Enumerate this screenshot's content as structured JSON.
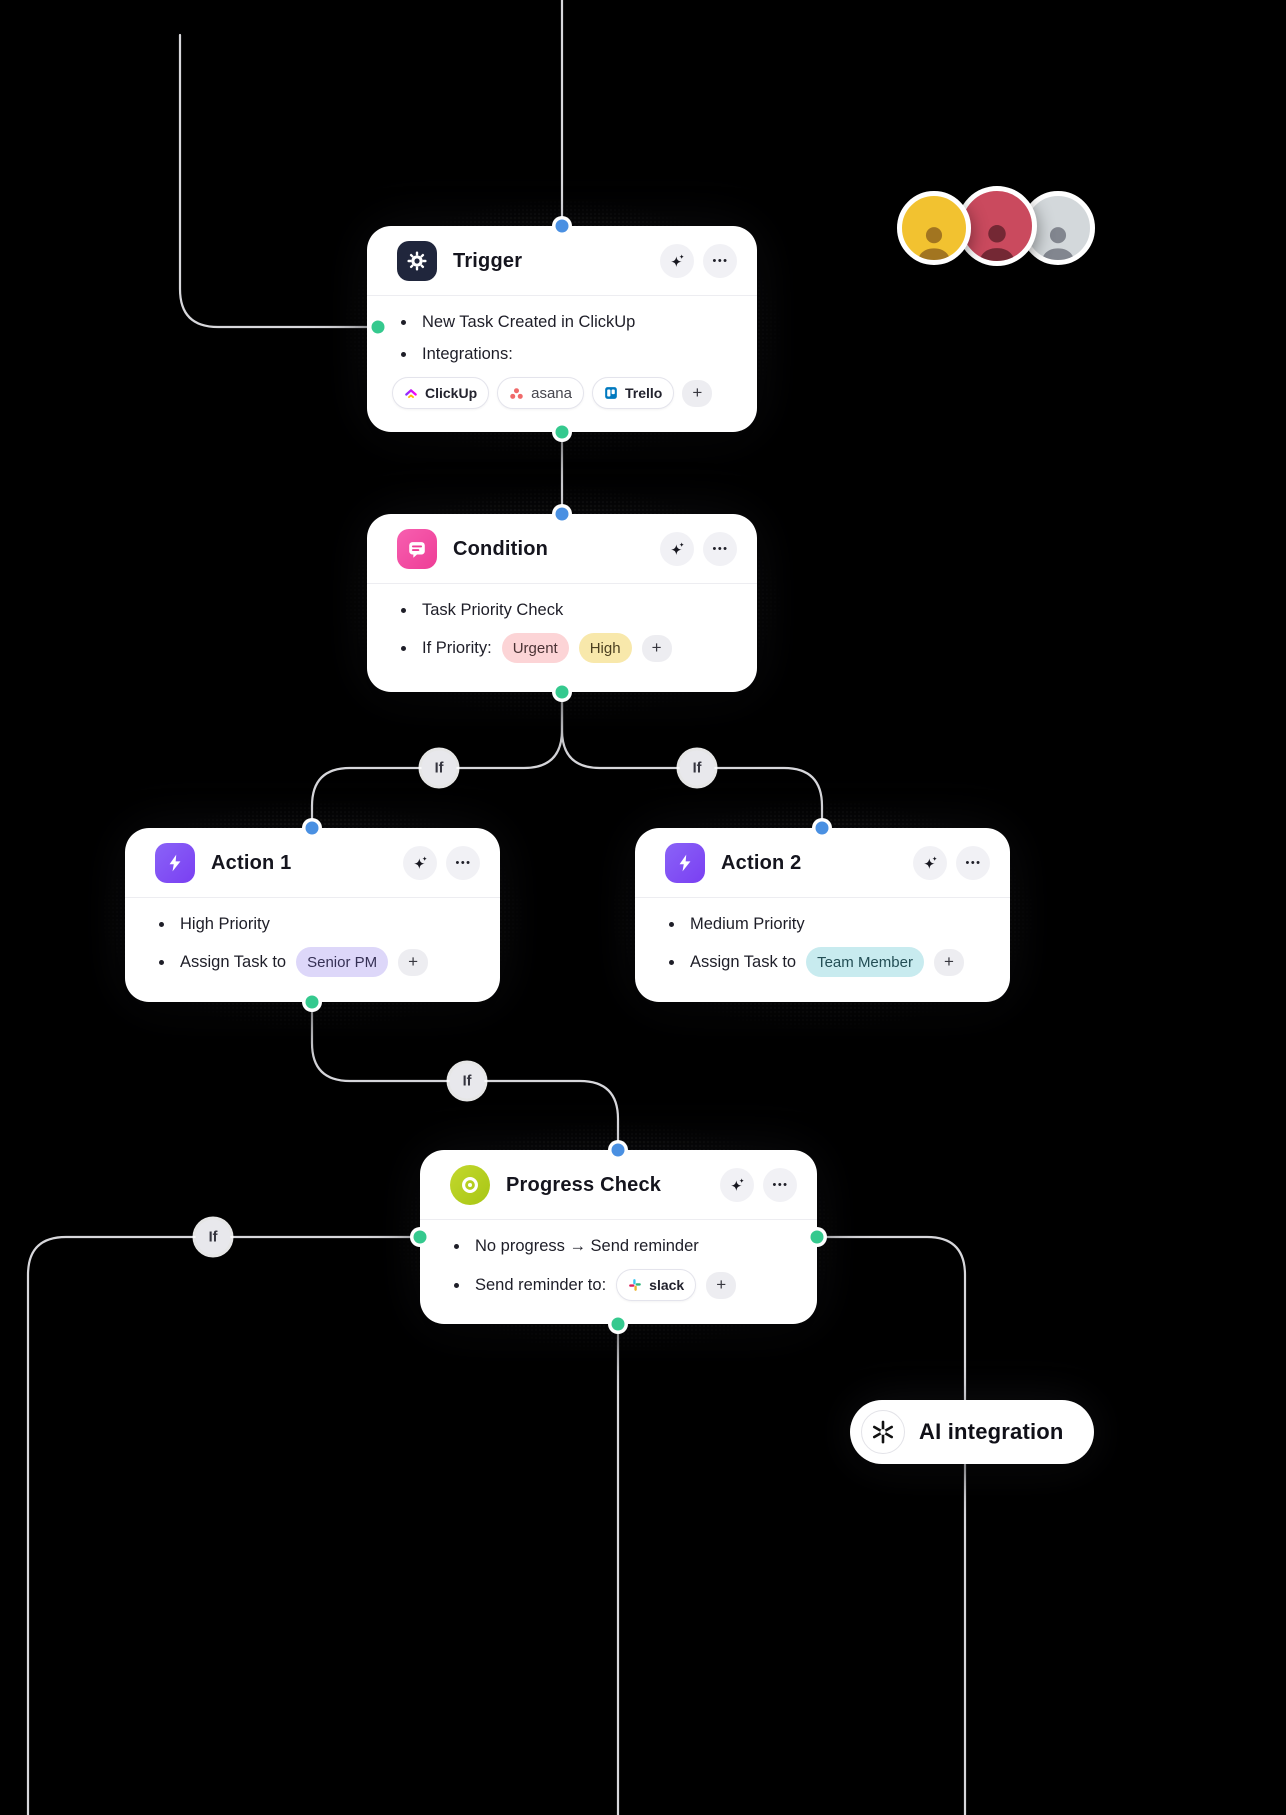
{
  "palette": {
    "background": "#000000",
    "card": "#ffffff",
    "line": "#e3e3e7",
    "port_blue": "#4a90e2",
    "port_green": "#35c98e",
    "trigger_icon_bg": "#20263c",
    "condition_icon_bg": "#f0409e",
    "action_icon_bg": "#7c4ef5",
    "progress_icon_bg": "#b8d22e",
    "chip_urgent_bg": "#fcd4d6",
    "chip_high_bg": "#f8e8ab",
    "chip_senior_pm_bg": "#ddd7f9",
    "chip_team_member_bg": "#c8ebef",
    "avatar_colors": [
      "#f2c230",
      "#ca4a5e",
      "#d3d8db"
    ]
  },
  "icons": {
    "trigger": "gear-icon",
    "condition": "note-lines-icon",
    "action": "lightning-icon",
    "progress": "target-icon",
    "ai_button": "sparkle-icon",
    "menu_button": "ellipsis-icon",
    "ellipsis_glyph": "•••"
  },
  "nodes": {
    "trigger": {
      "title": "Trigger",
      "items": [
        "New Task Created in ClickUp",
        "Integrations:"
      ],
      "chips": {
        "clickup": "ClickUp",
        "asana": "asana",
        "trello": "Trello",
        "add": "+"
      }
    },
    "condition": {
      "title": "Condition",
      "items": [
        "Task Priority Check",
        "If Priority:"
      ],
      "chips": {
        "urgent": "Urgent",
        "high": "High",
        "add": "+"
      }
    },
    "action1": {
      "title": "Action 1",
      "items": [
        "High Priority",
        "Assign Task to"
      ],
      "chips": {
        "assignee": "Senior PM",
        "add": "+"
      }
    },
    "action2": {
      "title": "Action 2",
      "items": [
        "Medium Priority",
        "Assign Task to"
      ],
      "chips": {
        "assignee": "Team Member",
        "add": "+"
      }
    },
    "progress": {
      "title": "Progress Check",
      "items": [
        "No progress → Send reminder",
        "Send reminder to:"
      ],
      "chips": {
        "slack": "slack",
        "add": "+"
      }
    }
  },
  "edges": {
    "if_label": "If"
  },
  "ai_pill": {
    "label": "AI integration"
  }
}
